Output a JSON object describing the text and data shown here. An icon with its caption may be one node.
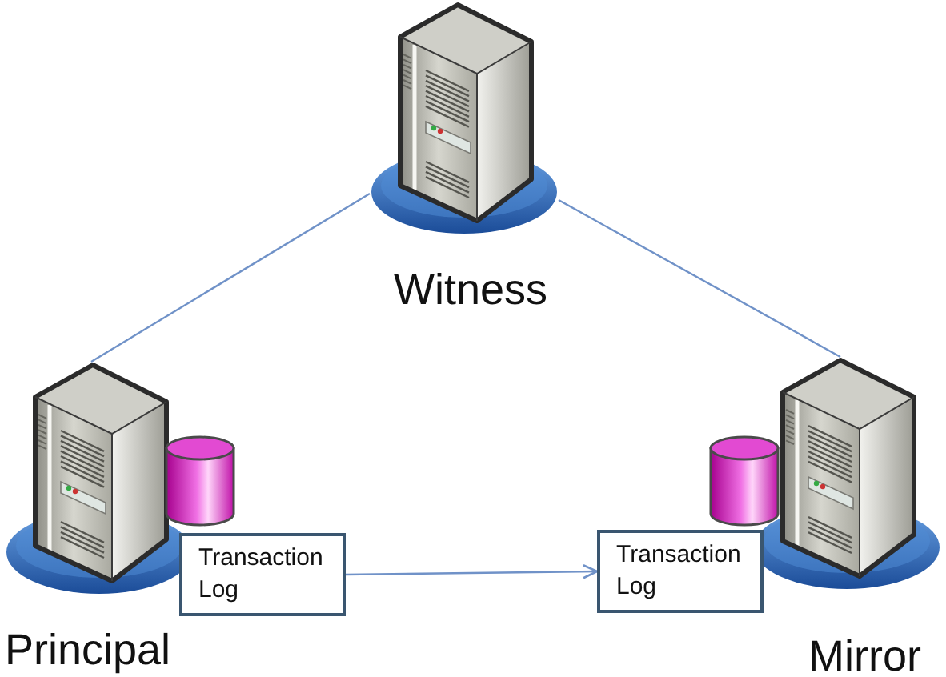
{
  "diagram": {
    "nodes": [
      {
        "text": [
          "Witness"
        ]
      },
      {
        "text": [
          "Principal"
        ]
      },
      {
        "text": [],
        "shape": "cylinder"
      },
      {
        "text": [
          "Transaction Log"
        ]
      },
      {
        "text": [
          "Mirror"
        ]
      },
      {
        "text": [],
        "shape": "cylinder"
      },
      {
        "text": [
          "Transaction Log"
        ]
      }
    ],
    "edges": [
      {
        "from": 0,
        "to": 1,
        "arrow": "none"
      },
      {
        "from": 0,
        "to": 4,
        "arrow": "none"
      },
      {
        "from": 3,
        "to": 6,
        "arrow": "to"
      }
    ]
  }
}
